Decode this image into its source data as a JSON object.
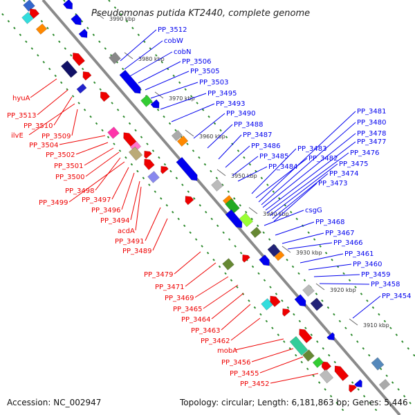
{
  "title": "Pseudomonas putida KT2440, complete genome",
  "accession": "Accession: NC_002947",
  "topology": "Topology: circular; Length: 6,181,863 bp; Genes: 5,446",
  "colors": {
    "forward_strand": "#0000ee",
    "reverse_strand": "#ee0000",
    "backbone": "#888888",
    "tick": "#2e8b2e"
  },
  "scale_ticks": [
    "3990 kbp",
    "3980 kbp",
    "3970 kbp",
    "3960 kbp",
    "3950 kbp",
    "3940 kbp",
    "3930 kbp",
    "3920 kbp",
    "3910 kbp"
  ],
  "forward_labels": [
    "PP_3512",
    "cobW",
    "cobN",
    "PP_3506",
    "PP_3505",
    "PP_3503",
    "PP_3495",
    "PP_3493",
    "PP_3490",
    "PP_3488",
    "PP_3487",
    "PP_3486",
    "PP_3485",
    "PP_3484",
    "PP_3483",
    "PP_3482",
    "PP_3481",
    "PP_3480",
    "PP_3478",
    "PP_3477",
    "PP_3476",
    "PP_3475",
    "PP_3474",
    "PP_3473",
    "csgG",
    "PP_3468",
    "PP_3467",
    "PP_3466",
    "PP_3461",
    "PP_3460",
    "PP_3459",
    "PP_3458",
    "PP_3454"
  ],
  "reverse_labels": [
    "hyuA",
    "PP_3513",
    "PP_3510",
    "ilvE",
    "PP_3509",
    "PP_3504",
    "PP_3502",
    "PP_3501",
    "PP_3500",
    "PP_3498",
    "PP_3499",
    "PP_3497",
    "PP_3496",
    "PP_3494",
    "acdA",
    "PP_3491",
    "PP_3489",
    "PP_3479",
    "PP_3471",
    "PP_3469",
    "PP_3465",
    "PP_3464",
    "PP_3463",
    "PP_3462",
    "mobA",
    "PP_3456",
    "PP_3455",
    "PP_3452"
  ]
}
